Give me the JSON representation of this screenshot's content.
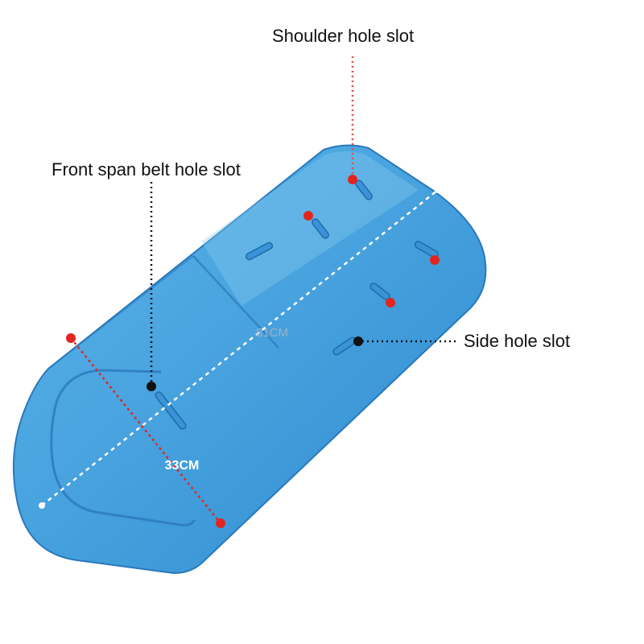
{
  "labels": {
    "shoulder": "Shoulder hole slot",
    "front_span": "Front span belt hole slot",
    "side": "Side hole slot"
  },
  "dimensions": {
    "length": "81CM",
    "width": "33CM"
  },
  "colors": {
    "pad_light": "#4aa7e2",
    "pad_dark": "#2b82c8",
    "seam": "#2a7cc0",
    "marker_red": "#e0261f",
    "marker_black": "#111111",
    "leader_red": "#e24a3a",
    "leader_black": "#111111",
    "dashed_line": "#ffffff"
  },
  "icons": {
    "marker": "dot-marker",
    "slot": "slot-shape"
  }
}
